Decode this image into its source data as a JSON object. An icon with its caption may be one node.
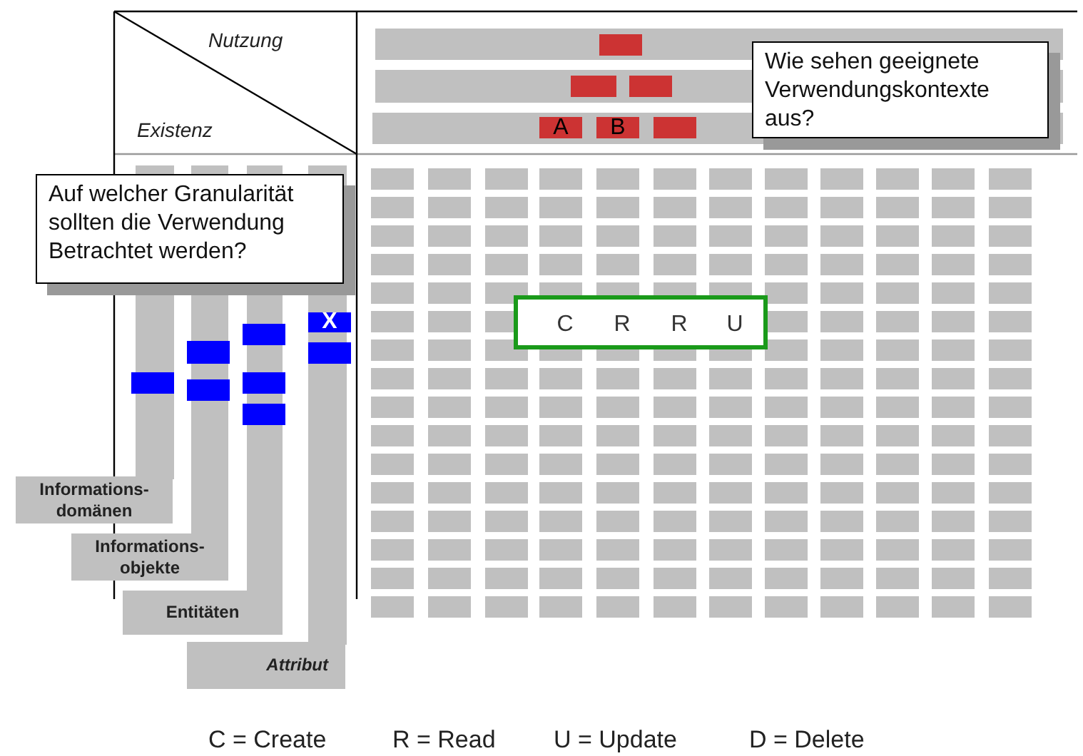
{
  "diagram": {
    "nodes": [
      {
        "text": [],
        "shape": "box"
      },
      {
        "text": [],
        "shape": "box"
      },
      {
        "text": [],
        "shape": "box"
      },
      {
        "text": [
          "A"
        ]
      },
      {
        "text": [
          "B"
        ]
      },
      {
        "text": [],
        "shape": "box"
      },
      {
        "text": [
          "Wie sehen geeignete Verwendungskontexte aus?"
        ]
      },
      {
        "text": [
          "Auf welcher Granularität sollten die Verwendung Betrachtet werden?"
        ]
      },
      {
        "text": [
          "X"
        ]
      },
      {
        "text": [],
        "shape": "box"
      },
      {
        "text": [
          "C"
        ],
        "in": 9
      },
      {
        "text": [
          "R"
        ],
        "in": 9
      },
      {
        "text": [
          "R"
        ],
        "in": 9
      },
      {
        "text": [
          "U"
        ],
        "in": 9
      },
      {
        "text": [],
        "shape": "box"
      },
      {
        "text": [],
        "shape": "box"
      },
      {
        "text": [],
        "shape": "box"
      },
      {
        "text": [],
        "shape": "box"
      },
      {
        "text": [],
        "shape": "box"
      },
      {
        "text": [],
        "shape": "box"
      },
      {
        "text": [],
        "shape": "box"
      },
      {
        "text": [
          "Informations- domänen"
        ]
      },
      {
        "text": [
          "Informations- objekte"
        ]
      },
      {
        "text": [
          "Entitäten"
        ]
      },
      {
        "text": [
          "Attribut"
        ]
      }
    ],
    "labels": [
      "Nutzung",
      "Existenz",
      "C = Create",
      "R = Read",
      "U = Update",
      "D = Delete"
    ]
  }
}
